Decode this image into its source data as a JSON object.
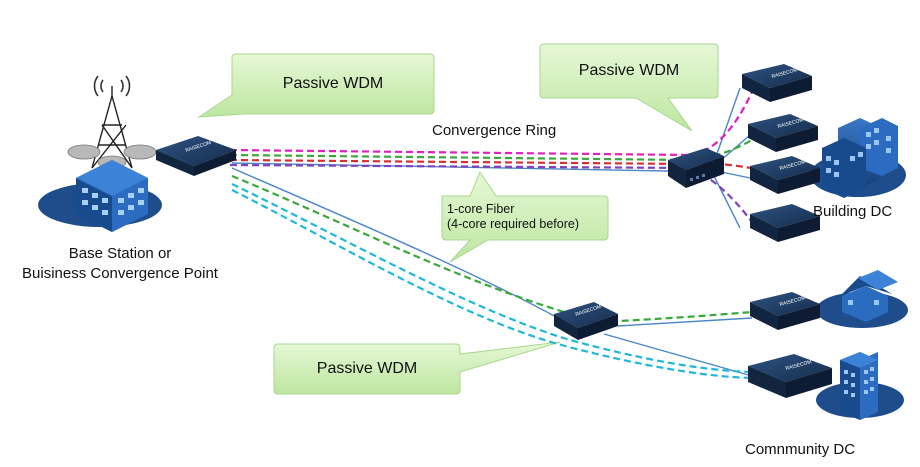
{
  "labels": {
    "base_station": [
      "Base Station or",
      "Buisiness Convergence Point"
    ],
    "convergence_ring": "Convergence Ring",
    "building_dc": "Building DC",
    "community_dc": "Comnmunity DC"
  },
  "callouts": {
    "passive_wdm_left": "Passive WDM",
    "passive_wdm_right": "Passive WDM",
    "passive_wdm_bottom": "Passive WDM",
    "fiber_line1": "1-core Fiber",
    "fiber_line2": "(4-core required before)"
  },
  "device_brand": "RAISECOM",
  "colors": {
    "device": "#1c3558",
    "building": "#1f4d8c",
    "callout_fill": "#cdeeb5",
    "fiber_line": "#4a86c8",
    "signal_magenta": "#e020c0",
    "signal_green": "#3aa83a",
    "signal_red": "#d83030",
    "signal_cyan": "#20b8d8",
    "signal_purple": "#8040c0"
  }
}
